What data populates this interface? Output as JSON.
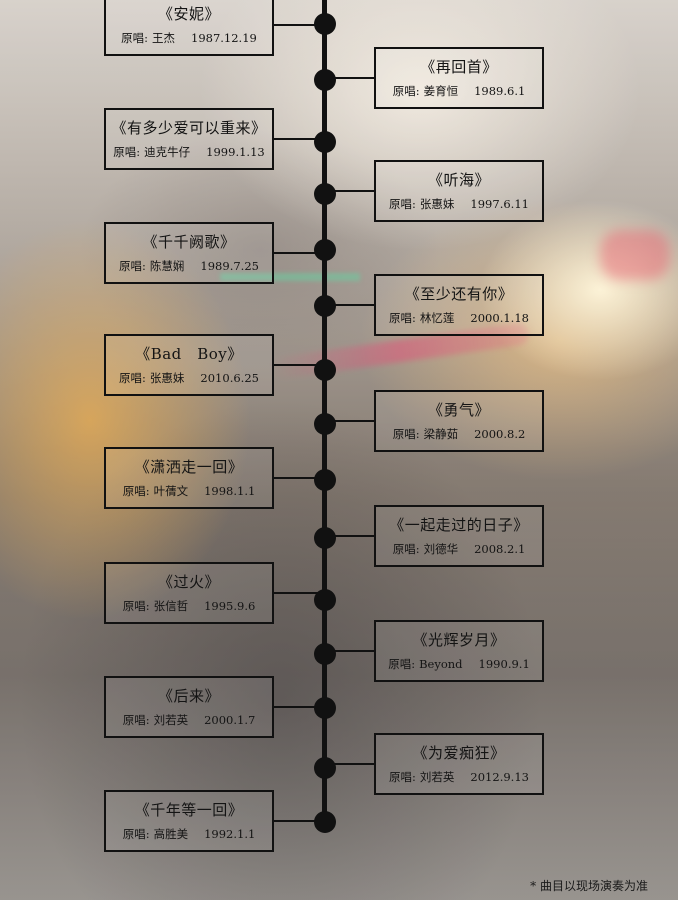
{
  "original_label": "原唱:",
  "footnote": "* 曲目以现场演奏为准",
  "songs": [
    {
      "title": "《安妮》",
      "singer": "王杰",
      "date": "1987.12.19"
    },
    {
      "title": "《再回首》",
      "singer": "姜育恒",
      "date": "1989.6.1"
    },
    {
      "title": "《有多少爱可以重来》",
      "singer": "迪克牛仔",
      "date": "1999.1.13"
    },
    {
      "title": "《听海》",
      "singer": "张惠妹",
      "date": "1997.6.11"
    },
    {
      "title": "《千千阙歌》",
      "singer": "陈慧娴",
      "date": "1989.7.25"
    },
    {
      "title": "《至少还有你》",
      "singer": "林忆莲",
      "date": "2000.1.18"
    },
    {
      "title": "《Bad　Boy》",
      "singer": "张惠妹",
      "date": "2010.6.25"
    },
    {
      "title": "《勇气》",
      "singer": "梁静茹",
      "date": "2000.8.2"
    },
    {
      "title": "《潇洒走一回》",
      "singer": "叶蒨文",
      "date": "1998.1.1"
    },
    {
      "title": "《一起走过的日子》",
      "singer": "刘德华",
      "date": "2008.2.1"
    },
    {
      "title": "《过火》",
      "singer": "张信哲",
      "date": "1995.9.6"
    },
    {
      "title": "《光辉岁月》",
      "singer": "Beyond",
      "date": "1990.9.1"
    },
    {
      "title": "《后来》",
      "singer": "刘若英",
      "date": "2000.1.7"
    },
    {
      "title": "《为爱痴狂》",
      "singer": "刘若英",
      "date": "2012.9.13"
    },
    {
      "title": "《千年等一回》",
      "singer": "高胜美",
      "date": "1992.1.1"
    }
  ]
}
